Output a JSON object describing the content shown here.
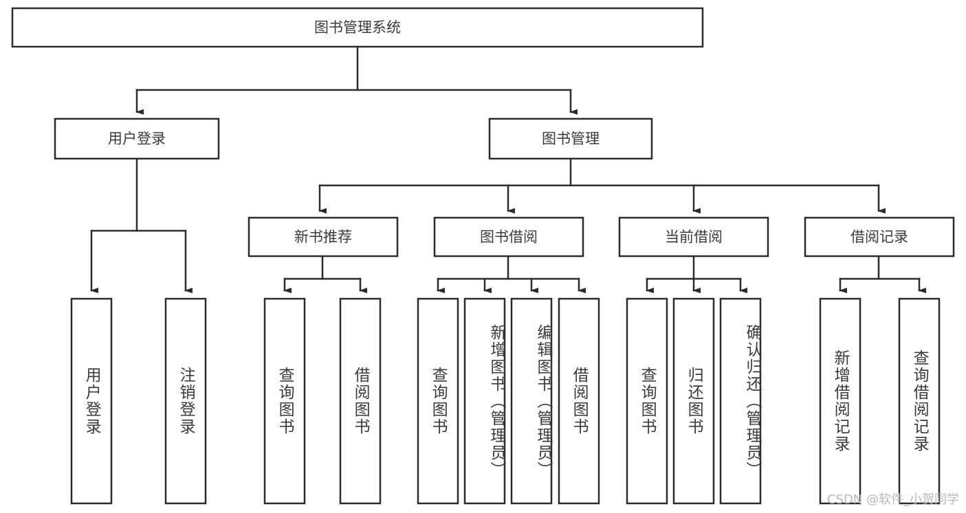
{
  "diagram": {
    "type": "tree-hierarchy",
    "title": "图书管理系统",
    "orientation": "top-down",
    "colors": {
      "box_stroke": "#2b2b2b",
      "box_fill": "#ffffff",
      "text": "#3a3a3a",
      "edge": "#2b2b2b",
      "watermark": "#b9b9b9",
      "background": "#ffffff"
    },
    "levels": {
      "root": {
        "label": "图书管理系统"
      },
      "level2": [
        {
          "label": "用户登录"
        },
        {
          "label": "图书管理"
        }
      ],
      "level3": [
        {
          "label": "新书推荐"
        },
        {
          "label": "图书借阅"
        },
        {
          "label": "当前借阅"
        },
        {
          "label": "借阅记录"
        }
      ]
    },
    "leaves": {
      "user_login": [
        {
          "label": "用户登录"
        },
        {
          "label": "注销登录"
        }
      ],
      "new_book_recommend": [
        {
          "label": "查询图书"
        },
        {
          "label": "借阅图书"
        }
      ],
      "book_borrow": [
        {
          "label": "查询图书"
        },
        {
          "label": "新增图书（管理员）"
        },
        {
          "label": "编辑图书（管理员）"
        },
        {
          "label": "借阅图书"
        }
      ],
      "current_borrow": [
        {
          "label": "查询图书"
        },
        {
          "label": "归还图书"
        },
        {
          "label": "确认归还（管理员）"
        }
      ],
      "borrow_record": [
        {
          "label": "新增借阅记录"
        },
        {
          "label": "查询借阅记录"
        }
      ]
    },
    "watermark": "CSDN @软件_小贺同学"
  }
}
